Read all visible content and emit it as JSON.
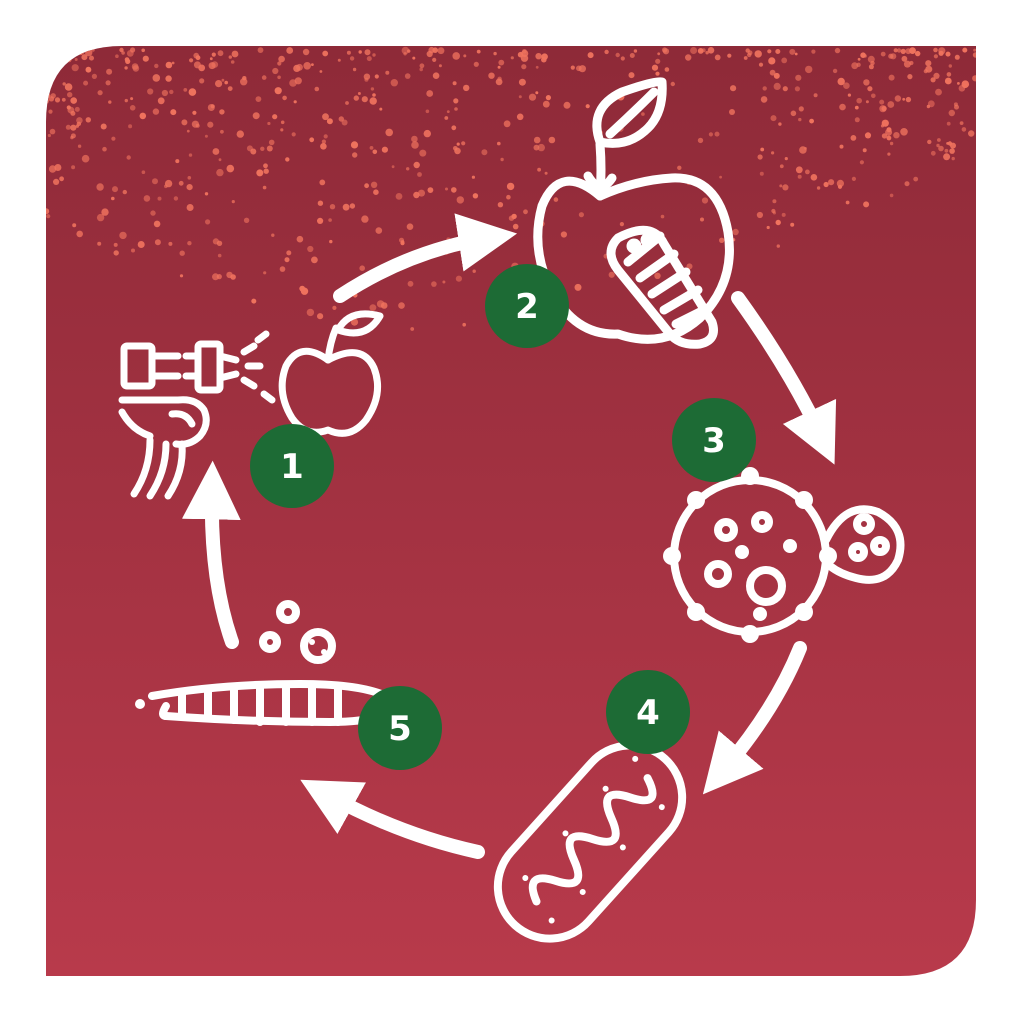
{
  "colors": {
    "background_top": "#8e2a38",
    "background_bottom": "#b83a4b",
    "speckle": "#f0735e",
    "line_art": "#ffffff",
    "badge": "#1d6b35",
    "badge_text": "#ffffff"
  },
  "steps": [
    {
      "number": "1",
      "icon": "spray-gun-apple-icon"
    },
    {
      "number": "2",
      "icon": "apple-larva-icon"
    },
    {
      "number": "3",
      "icon": "virus-cell-icon"
    },
    {
      "number": "4",
      "icon": "mitochondrion-icon"
    },
    {
      "number": "5",
      "icon": "larva-particles-icon"
    }
  ]
}
